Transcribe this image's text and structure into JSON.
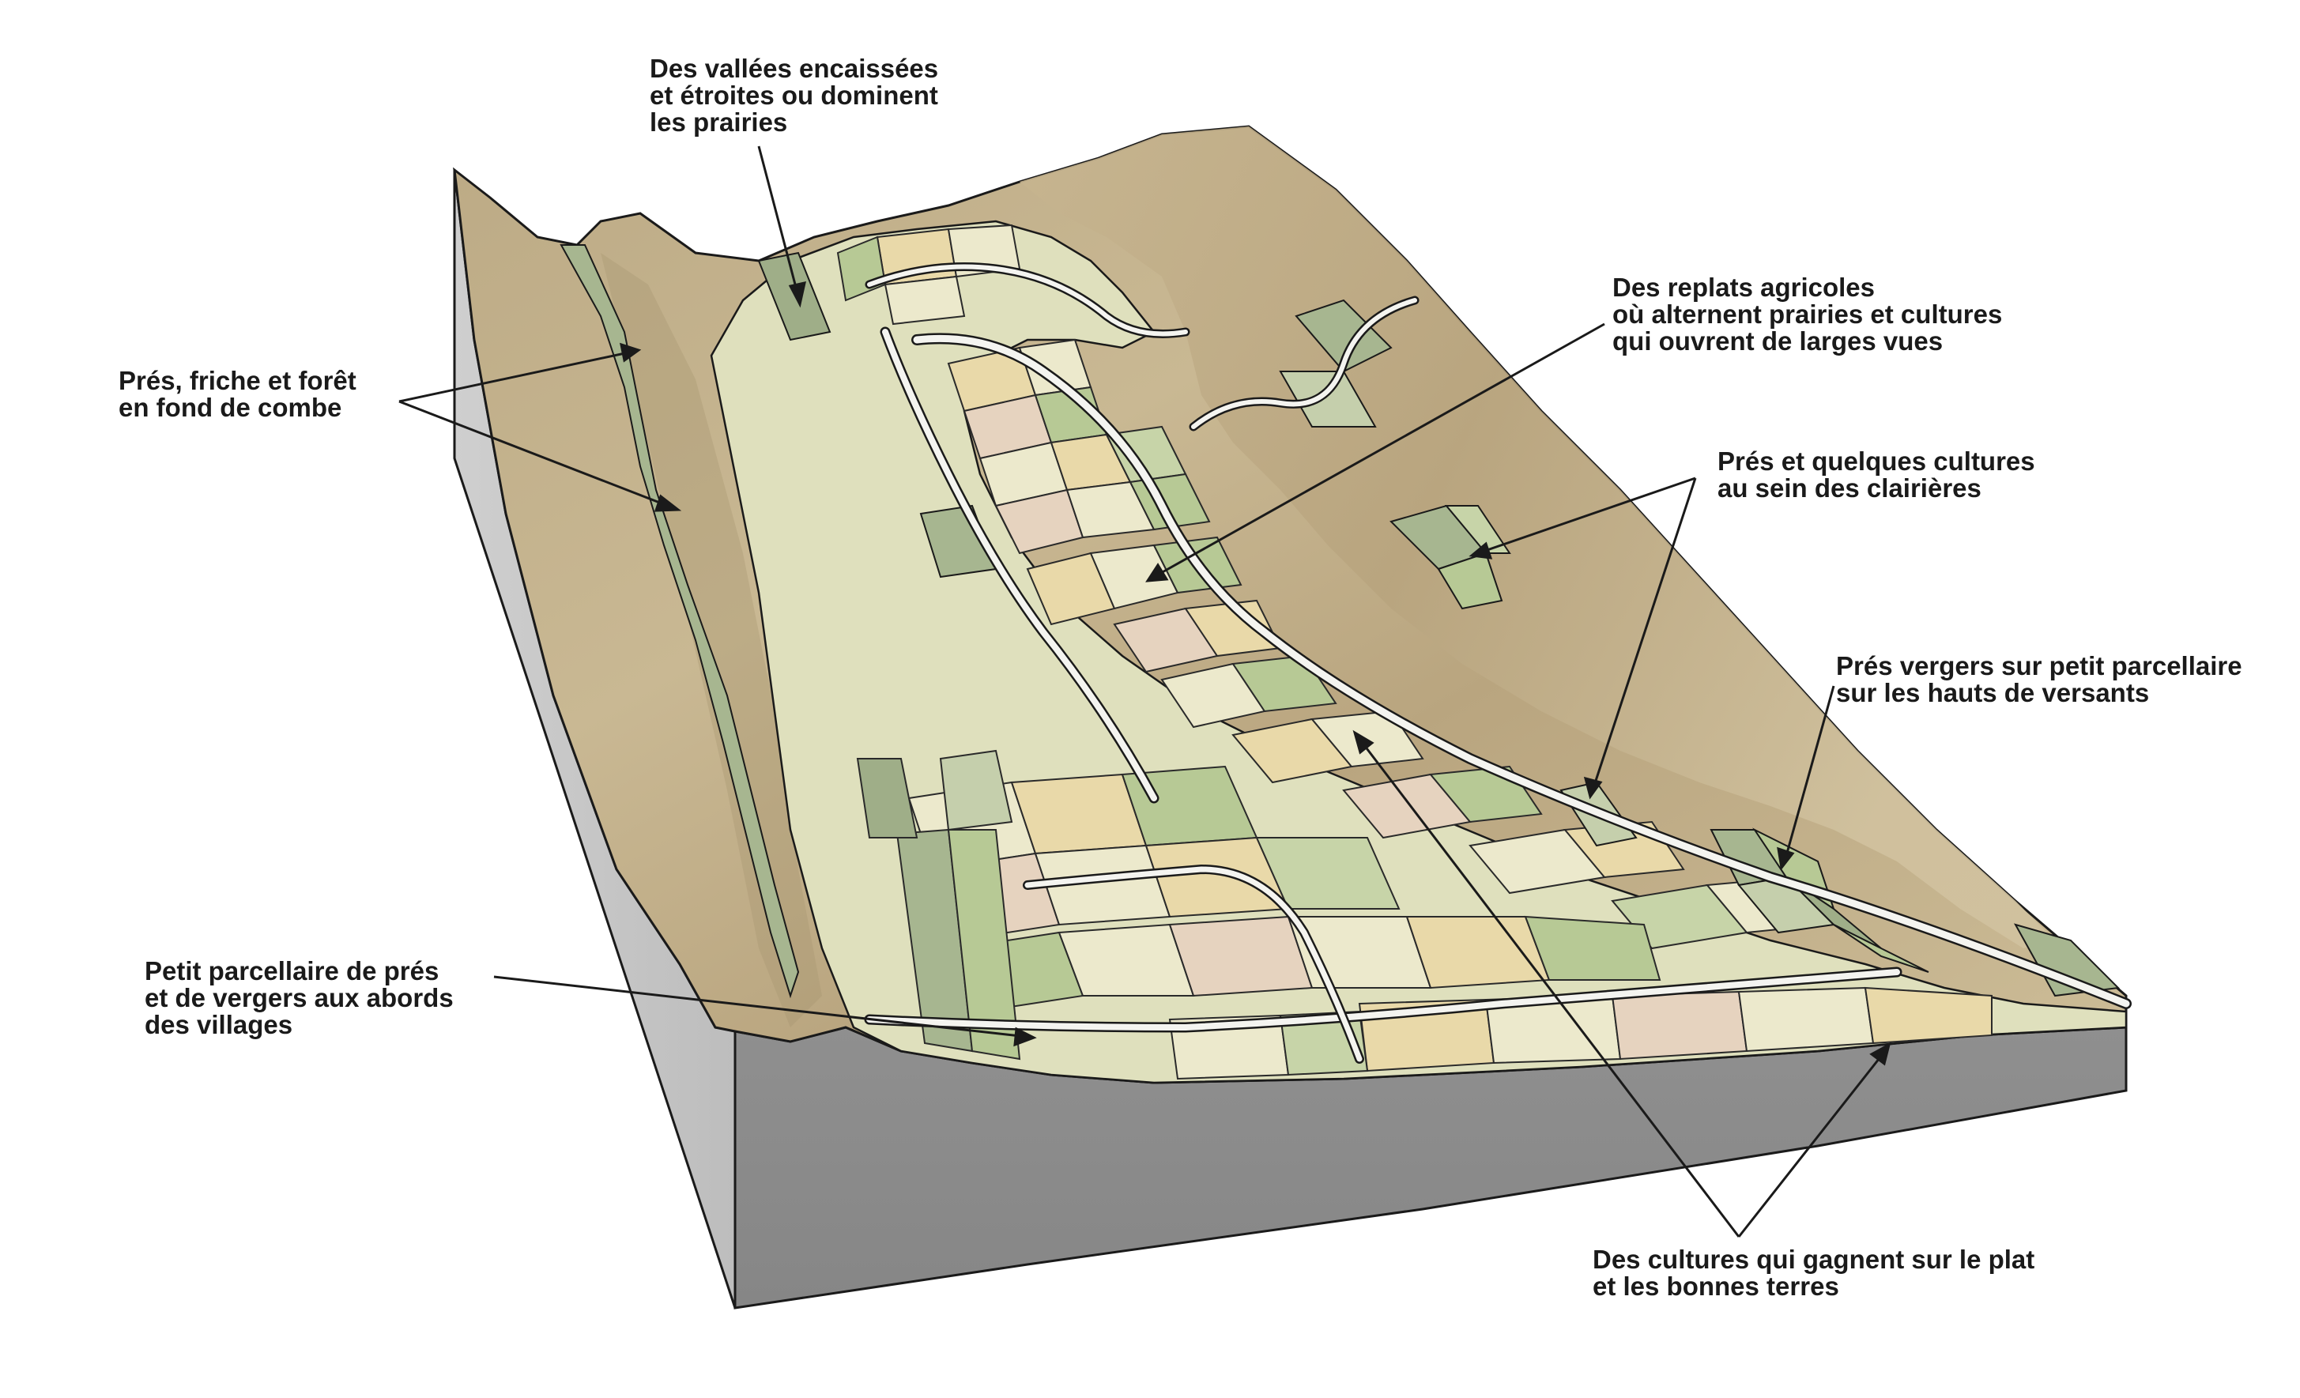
{
  "annotations": [
    {
      "id": "valleys",
      "lines": [
        "Des vallées encaissées",
        "et étroites ou dominent",
        "les prairies"
      ]
    },
    {
      "id": "combe",
      "lines": [
        "Prés, friche et forêt",
        "en fond de combe"
      ]
    },
    {
      "id": "replats",
      "lines": [
        "Des replats agricoles",
        "où alternent prairies et cultures",
        "qui ouvrent de larges vues"
      ]
    },
    {
      "id": "clairieres",
      "lines": [
        "Prés et quelques cultures",
        "au sein des clairières"
      ]
    },
    {
      "id": "vergers",
      "lines": [
        "Prés vergers sur petit parcellaire",
        "sur les hauts de versants"
      ]
    },
    {
      "id": "villages",
      "lines": [
        "Petit parcellaire de prés",
        "et de vergers aux abords",
        "des villages"
      ]
    },
    {
      "id": "cultures",
      "lines": [
        "Des cultures qui gagnent sur le plat",
        "et les bonnes terres"
      ]
    }
  ],
  "colors": {
    "slope": "#c2b08c",
    "slope_shadow": "#a99673",
    "block_side_light": "#c9c9c9",
    "block_side_dark": "#8c8c8c",
    "meadow_green": "#b7c995",
    "crop_cream": "#ece9cc",
    "crop_wheat": "#e9d9a9",
    "crop_pink": "#e6d3bf",
    "forest_gray": "#a7ae96",
    "road": "#f4f4f0",
    "outline": "#1a1a1a"
  }
}
